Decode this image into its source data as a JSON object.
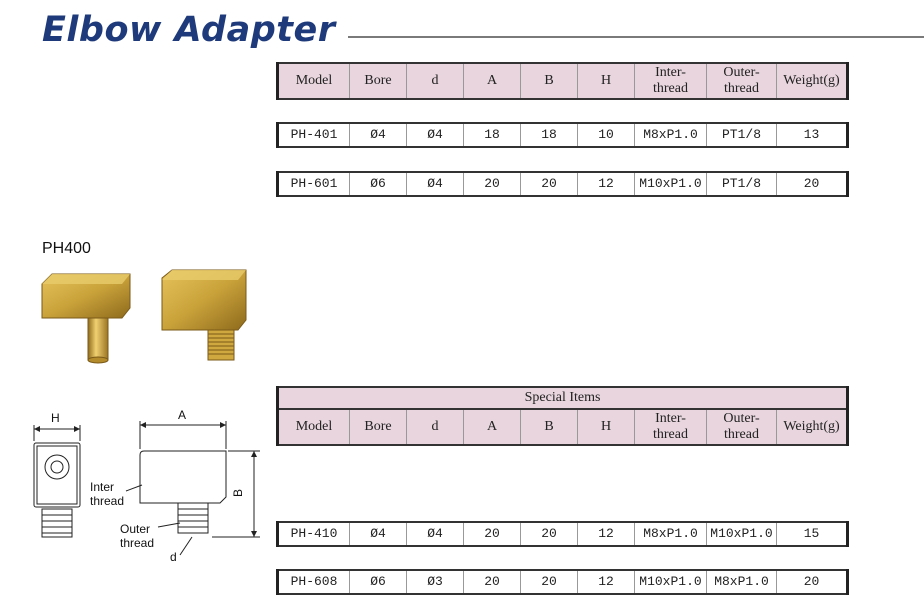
{
  "page": {
    "title": "Elbow Adapter"
  },
  "table1": {
    "headers": [
      "Model",
      "Bore",
      "d",
      "A",
      "B",
      "H",
      "Inter-\nthread",
      "Outer-\nthread",
      "Weight(g)"
    ],
    "rows": [
      [
        "PH-401",
        "Ø4",
        "Ø4",
        "18",
        "18",
        "10",
        "M8xP1.0",
        "PT1/8",
        "13"
      ],
      [
        "PH-601",
        "Ø6",
        "Ø4",
        "20",
        "20",
        "12",
        "M10xP1.0",
        "PT1/8",
        "20"
      ]
    ]
  },
  "series": {
    "label": "PH400"
  },
  "table2": {
    "caption": "Special Items",
    "headers": [
      "Model",
      "Bore",
      "d",
      "A",
      "B",
      "H",
      "Inter-\nthread",
      "Outer-\nthread",
      "Weight(g)"
    ],
    "rows": [
      [
        "PH-410",
        "Ø4",
        "Ø4",
        "20",
        "20",
        "12",
        "M8xP1.0",
        "M10xP1.0",
        "15"
      ],
      [
        "PH-608",
        "Ø6",
        "Ø3",
        "20",
        "20",
        "12",
        "M10xP1.0",
        "M8xP1.0",
        "20"
      ]
    ]
  },
  "drawing": {
    "label_h": "H",
    "label_a": "A",
    "label_b": "B",
    "label_inter_1": "Inter",
    "label_inter_2": "thread",
    "label_outer_1": "Outer",
    "label_outer_2": "thread",
    "label_d": "d"
  },
  "colors": {
    "title": "#1e3a7a",
    "header_bg": "#e8d5de",
    "brass": "#c9a23a"
  }
}
